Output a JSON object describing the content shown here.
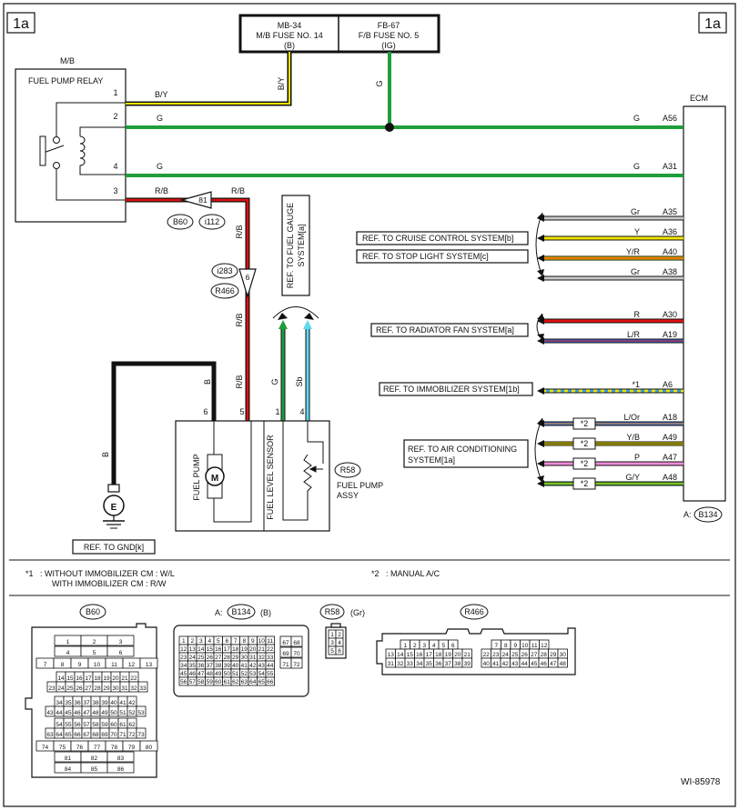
{
  "page_label": "1a",
  "figure_id": "WI-85978",
  "fuse_mb": {
    "line1": "MB-34",
    "line2": "M/B FUSE NO. 14",
    "line3": "(B)"
  },
  "fuse_fb": {
    "line1": "FB-67",
    "line2": "F/B FUSE NO. 5",
    "line3": "(IG)"
  },
  "mb_label": "M/B",
  "relay_label": "FUEL PUMP RELAY",
  "relay_pins": [
    "1",
    "2",
    "4",
    "3"
  ],
  "ecm_label": "ECM",
  "ecm_connector": {
    "prefix": "A:",
    "id": "B134"
  },
  "wire_labels": {
    "by": "B/Y",
    "g": "G",
    "rb": "R/B",
    "b": "B",
    "sb": "Sb"
  },
  "connectors_relay": [
    "B60",
    "i112",
    "i283",
    "R466"
  ],
  "junction_81": "81",
  "junction_6": "6",
  "ecm_pins": [
    {
      "wire": "G",
      "pin": "A56",
      "color": "#1e9e3a"
    },
    {
      "wire": "G",
      "pin": "A31",
      "color": "#1e9e3a"
    },
    {
      "wire": "Gr",
      "pin": "A35",
      "color": "#c9c9c9"
    },
    {
      "wire": "Y",
      "pin": "A36",
      "color": "#f4e400"
    },
    {
      "wire": "Y/R",
      "pin": "A40",
      "color": "#f4e400"
    },
    {
      "wire": "Gr",
      "pin": "A38",
      "color": "#c9c9c9"
    },
    {
      "wire": "R",
      "pin": "A30",
      "color": "#e01010"
    },
    {
      "wire": "L/R",
      "pin": "A19",
      "color": "#2f6ed8"
    },
    {
      "wire": "*1",
      "pin": "A6",
      "color": "#3aa0e0"
    },
    {
      "wire": "L/Or",
      "pin": "A18",
      "color": "#2f6ed8"
    },
    {
      "wire": "Y/B",
      "pin": "A49",
      "color": "#f4e400"
    },
    {
      "wire": "P",
      "pin": "A47",
      "color": "#f08ad8"
    },
    {
      "wire": "G/Y",
      "pin": "A48",
      "color": "#1e9e3a"
    }
  ],
  "ref_boxes": {
    "fuel_gauge": "REF. TO FUEL GAUGE SYSTEM[a]",
    "cruise": "REF. TO CRUISE CONTROL SYSTEM[b]",
    "stop_light": "REF. TO STOP LIGHT SYSTEM[c]",
    "radiator": "REF. TO RADIATOR FAN SYSTEM[a]",
    "immobilizer": "REF. TO IMMOBILIZER SYSTEM[1b]",
    "aircon_line1": "REF. TO AIR CONDITIONING",
    "aircon_line2": "SYSTEM[1a]",
    "gnd": "REF. TO GND[k]"
  },
  "star2": "*2",
  "pump_assy": {
    "connector": "R58",
    "label_line1": "FUEL PUMP",
    "label_line2": "ASSY",
    "fuel_pump": "FUEL PUMP",
    "level_sensor": "FUEL LEVEL SENSOR",
    "motor": "M",
    "pins": [
      "6",
      "5",
      "1",
      "4"
    ]
  },
  "ground_symbol": "E",
  "notes": {
    "n1_mark": "*1",
    "n1_line1": ": WITHOUT IMMOBILIZER CM  : W/L",
    "n1_line2": "WITH IMMOBILIZER CM : R/W",
    "n2_mark": "*2",
    "n2_text": ": MANUAL A/C"
  },
  "connector_views": {
    "b60": {
      "id": "B60"
    },
    "b134": {
      "prefix": "A:",
      "id": "B134",
      "suffix": "(B)"
    },
    "r58": {
      "id": "R58",
      "suffix": "(Gr)"
    },
    "r466": {
      "id": "R466"
    }
  }
}
